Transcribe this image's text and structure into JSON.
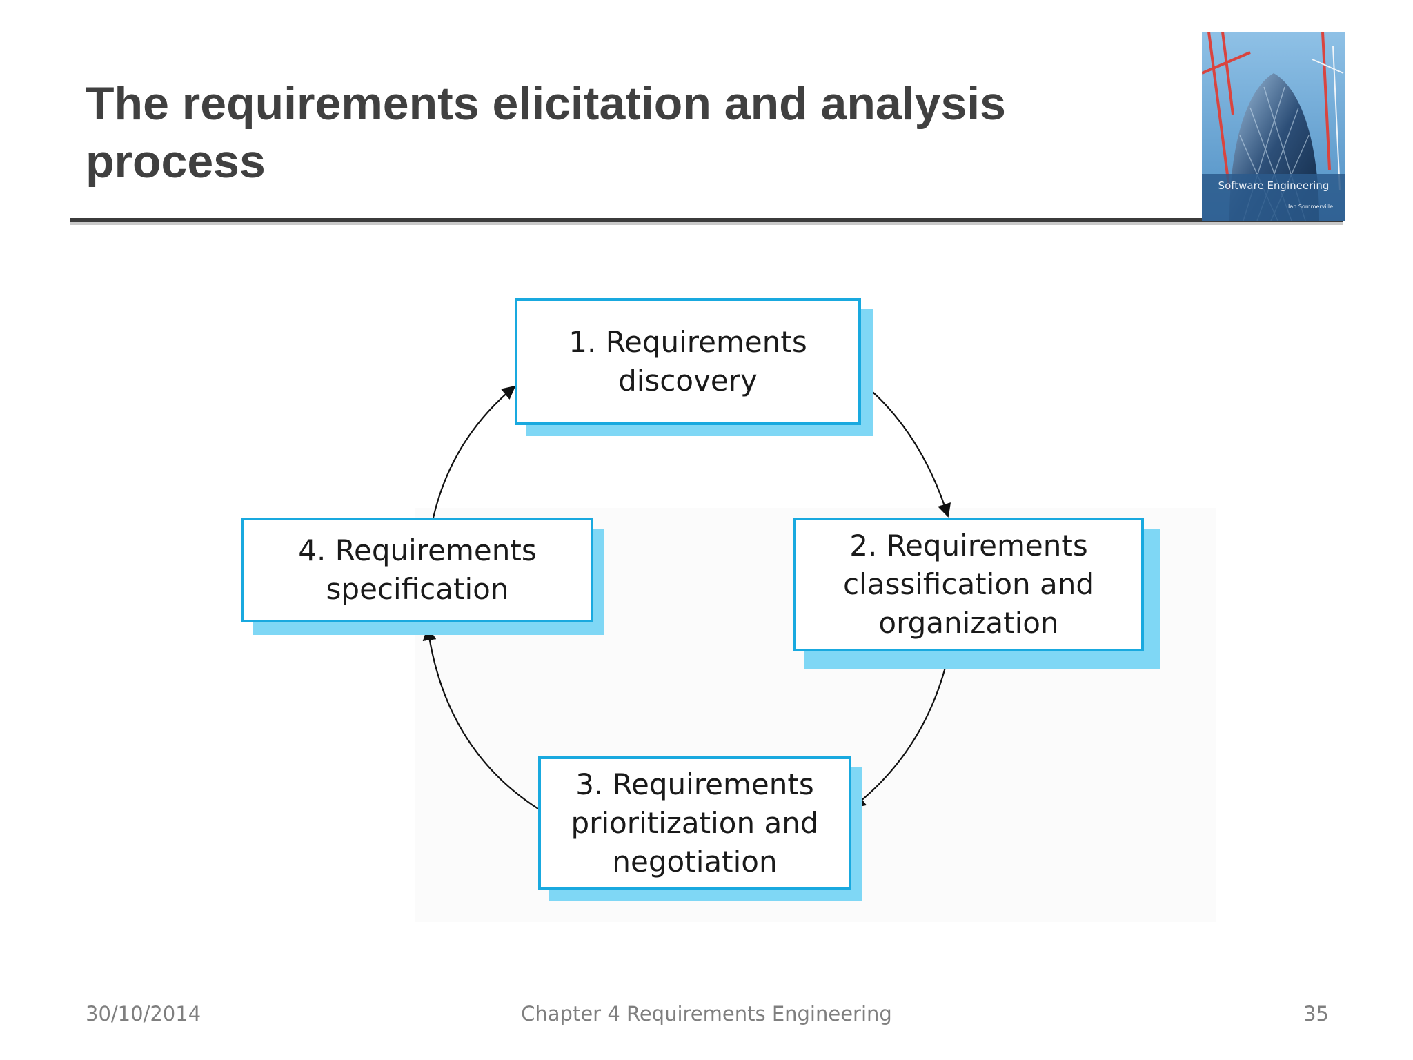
{
  "slide": {
    "title": "The requirements elicitation and analysis process"
  },
  "cover": {
    "title": "Software Engineering",
    "author": "Ian Sommerville",
    "colors": {
      "sky": "#6aa9d8",
      "frame": "#d9443f",
      "band": "#2c5b8c"
    }
  },
  "diagram": {
    "steps": [
      {
        "id": "discovery",
        "label": "1. Requirements\ndiscovery"
      },
      {
        "id": "classification",
        "label": "2. Requirements\nclassification and\norganization"
      },
      {
        "id": "prioritization",
        "label": "3. Requirements\nprioritization and\nnegotiation"
      },
      {
        "id": "specification",
        "label": "4. Requirements\nspecification"
      }
    ],
    "colors": {
      "border": "#19a9df",
      "shadow": "#7fd7f5",
      "arrow": "#111111"
    }
  },
  "footer": {
    "date": "30/10/2014",
    "center": "Chapter 4 Requirements Engineering",
    "page": "35"
  }
}
